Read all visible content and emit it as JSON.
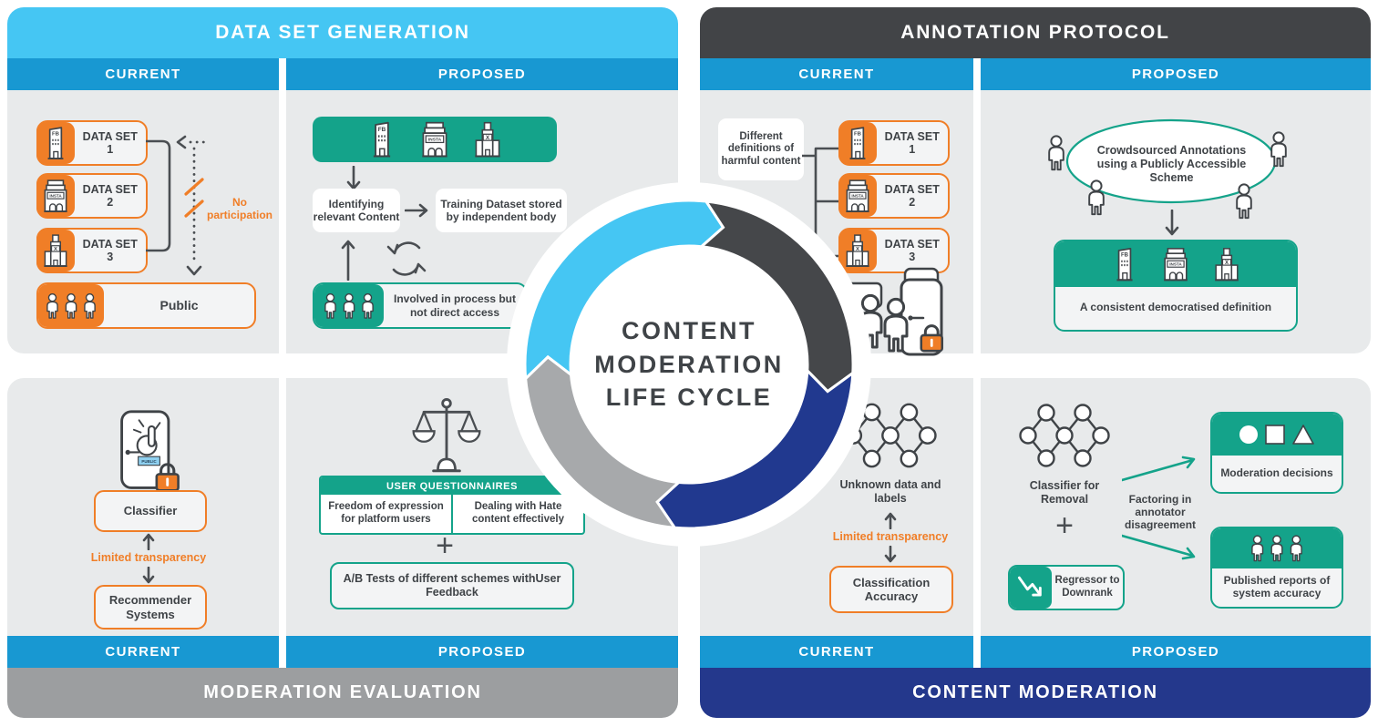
{
  "labels": {
    "current": "CURRENT",
    "proposed": "PROPOSED",
    "plus": "+"
  },
  "center": {
    "lines": [
      "CONTENT",
      "MODERATION",
      "LIFE CYCLE"
    ]
  },
  "icons": {
    "fb": "FB",
    "insta": "INSTA",
    "x": "X",
    "public_badge": "PUBLIC"
  },
  "datasets": [
    "DATA SET 1",
    "DATA SET 2",
    "DATA SET 3"
  ],
  "dsg": {
    "title": "DATA SET GENERATION",
    "public": "Public",
    "no_participation": "No participation",
    "identifying": "Identifying relevant Content",
    "training": "Training Dataset stored by independent body",
    "involved": "Involved in process but not direct access"
  },
  "ap": {
    "title": "ANNOTATION PROTOCOL",
    "different_definitions": "Different definitions of harmful content",
    "crowdsourced": "Crowdsourced Annotations using a Publicly Accessible Scheme",
    "consistent": "A consistent democratised definition"
  },
  "me": {
    "title": "MODERATION EVALUATION",
    "classifier": "Classifier",
    "limited_transparency": "Limited transparency",
    "recommender": "Recommender Systems",
    "user_questionnaires": "USER QUESTIONNAIRES",
    "q_left": "Freedom of expression for platform users",
    "q_right": "Dealing with Hate content effectively",
    "ab_tests": "A/B Tests of different schemes withUser Feedback"
  },
  "cm": {
    "title": "CONTENT MODERATION",
    "unknown": "Unknown data and labels",
    "limited_transparency": "Limited transparency",
    "classification_accuracy": "Classification Accuracy",
    "classifier_for_removal": "Classifier for Removal",
    "factoring": "Factoring in annotator disagreement",
    "regressor": "Regressor to Downrank",
    "moderation_decisions": "Moderation decisions",
    "published_reports": "Published reports of system accuracy"
  },
  "colors": {
    "cyan": "#45C6F3",
    "blue": "#1898D2",
    "charcoal": "#424447",
    "gray": "#9C9EA0",
    "navy": "#24388C",
    "teal": "#14A38A",
    "orange": "#F07E27",
    "panel": "#E8EAEB",
    "text": "#3F4347"
  }
}
